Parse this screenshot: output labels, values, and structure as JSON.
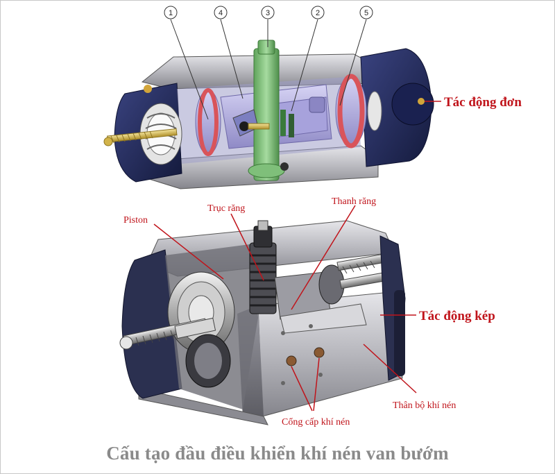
{
  "numbers": [
    "1",
    "4",
    "3",
    "2",
    "5"
  ],
  "labels": {
    "single_acting": "Tác động đơn",
    "double_acting": "Tác động kép",
    "piston": "Piston",
    "pinion": "Trục răng",
    "rack": "Thanh răng",
    "body": "Thân bộ khí nén",
    "air_ports": "Cổng cấp khí nén"
  },
  "caption": "Cấu tạo đầu điều khiển khí nén van bướm",
  "colors": {
    "label_red": "#c0141b",
    "caption_gray": "#8a8a8a",
    "housing_navy": "#1e2550",
    "seal_red": "#d9545a",
    "shaft_green": "#7fbf7a",
    "piston_lavender": "#b8b4e4",
    "aluminium": "#b9b9bd"
  }
}
